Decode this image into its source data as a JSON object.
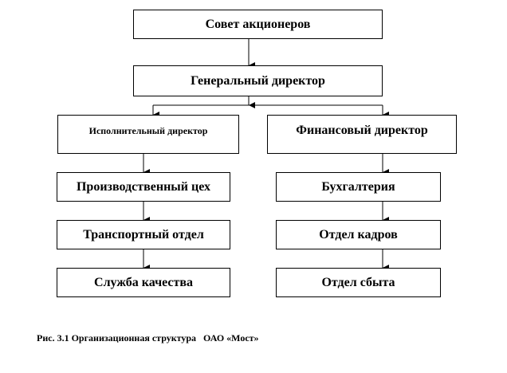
{
  "nodes": {
    "board": "Совет акционеров",
    "ceo": "Генеральный директор",
    "exec_director": "Исполнительный директор",
    "fin_director": "Финансовый директор",
    "production": "Производственный цех",
    "transport": "Транспортный отдел",
    "quality": "Служба качества",
    "accounting": "Бухгалтерия",
    "hr": "Отдел кадров",
    "sales": "Отдел сбыта"
  },
  "caption": "Рис. 3.1 Организационная структура   ОАО «Мост»"
}
